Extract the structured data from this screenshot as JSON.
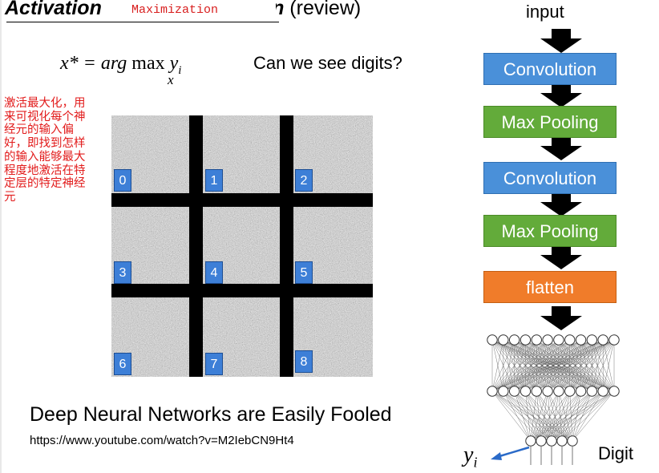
{
  "title": {
    "prefix": "Activation",
    "overlay": "Maximization",
    "suffix_bold": "on",
    "suffix": " (review)"
  },
  "formula": {
    "lhs": "x* = arg",
    "max": "max",
    "y": "y",
    "sub_i": "i",
    "under": "x"
  },
  "question": "Can we see digits?",
  "note": "激活最大化，用来可视化每个神经元的输入偏好，即找到怎样的输入能够最大程度地激活在特定层的特定神经元",
  "digit_grid": {
    "labels": [
      "0",
      "1",
      "2",
      "3",
      "4",
      "5",
      "6",
      "7",
      "8"
    ],
    "label_color": "#3d7fd7"
  },
  "headline": "Deep Neural Networks are Easily Fooled",
  "url": "https://www.youtube.com/watch?v=M2IebCN9Ht4",
  "network": {
    "input_label": "input",
    "layers": [
      {
        "label": "Convolution",
        "color": "#4a90d9"
      },
      {
        "label": "Max Pooling",
        "color": "#63ab3a"
      },
      {
        "label": "Convolution",
        "color": "#4a90d9"
      },
      {
        "label": "Max Pooling",
        "color": "#63ab3a"
      },
      {
        "label": "flatten",
        "color": "#f07c2a"
      }
    ],
    "output_label": "Digit",
    "yi": "y",
    "yi_sub": "i"
  }
}
